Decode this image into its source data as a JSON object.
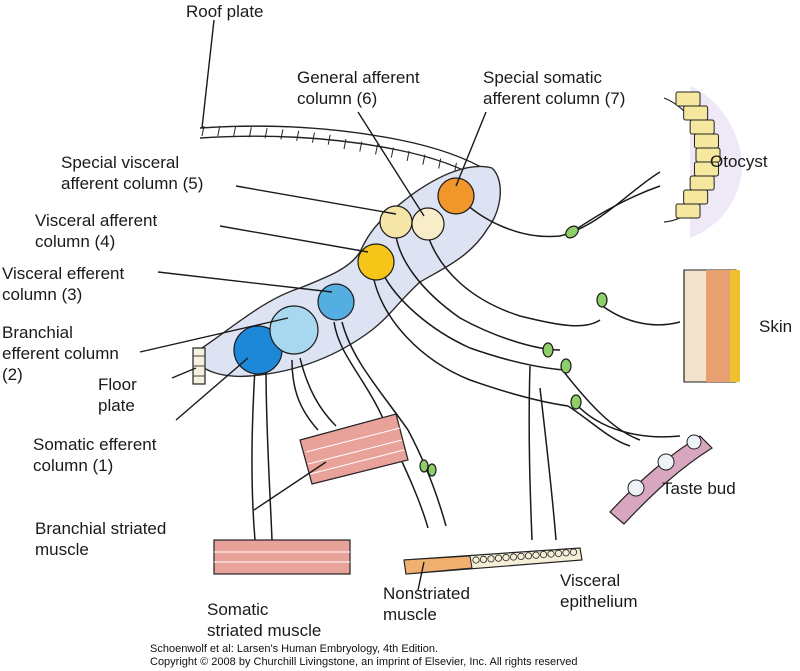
{
  "labels": {
    "roof_plate": "Roof plate",
    "general_afferent": [
      "General afferent",
      "column (6)"
    ],
    "special_somatic_afferent": [
      "Special somatic",
      "afferent column (7)"
    ],
    "special_visceral_afferent": [
      "Special visceral",
      "afferent column (5)"
    ],
    "otocyst": "Otocyst",
    "visceral_afferent": [
      "Visceral afferent",
      "column (4)"
    ],
    "visceral_efferent": [
      "Visceral efferent",
      "column (3)"
    ],
    "skin": "Skin",
    "branchial_efferent": [
      "Branchial",
      "efferent column",
      "(2)"
    ],
    "floor_plate": [
      "Floor",
      "plate"
    ],
    "somatic_efferent": [
      "Somatic efferent",
      "column (1)"
    ],
    "taste_bud": "Taste bud",
    "branchial_striated_muscle": [
      "Branchial striated",
      "muscle"
    ],
    "somatic_striated_muscle": [
      "Somatic",
      "striated muscle"
    ],
    "nonstriated_muscle": [
      "Nonstriated",
      "muscle"
    ],
    "visceral_epithelium": [
      "Visceral",
      "epithelium"
    ]
  },
  "credit": {
    "line1": "Schoenwolf et al: Larsen's Human Embryology, 4th Edition.",
    "line2": "Copyright © 2008 by Churchill Livingstone, an imprint of Elsevier, Inc. All rights reserved"
  },
  "colors": {
    "neural_tube": "#dde3f3",
    "somatic_efferent": "#1e88d8",
    "branchial_efferent": "#a8d8f0",
    "visceral_efferent": "#55aee0",
    "visceral_afferent": "#f5c518",
    "special_visceral_afferent": "#f5e6a8",
    "general_afferent": "#f8edc8",
    "special_somatic_afferent": "#f0962a",
    "muscle": "#e8a29a",
    "otocyst_cells": "#f7e8a0",
    "ganglion": "#8fcf6a",
    "skin_outer": "#f0c030",
    "taste_bud": "#d9a6c0"
  }
}
